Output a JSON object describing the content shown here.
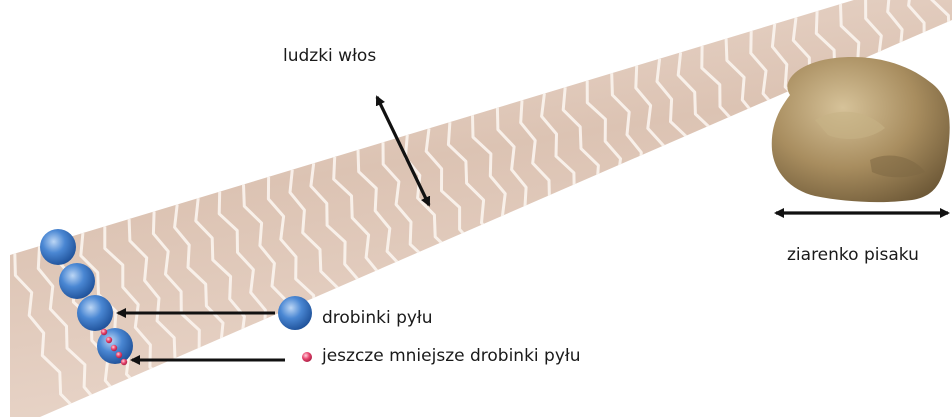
{
  "labels": {
    "hair": "ludzki włos",
    "sand": "ziarenko pisaku",
    "dust": "drobinki pyłu",
    "fine_dust": "jeszcze mniejsze drobinki pyłu"
  },
  "colors": {
    "hair_fill": "#e6d1c5",
    "hair_scale": "#fbf4ee",
    "dust_particle": "#3f79c8",
    "fine_dust_particle": "#e0436d",
    "sand_grain": "#a58b5f",
    "arrow": "#111111"
  }
}
